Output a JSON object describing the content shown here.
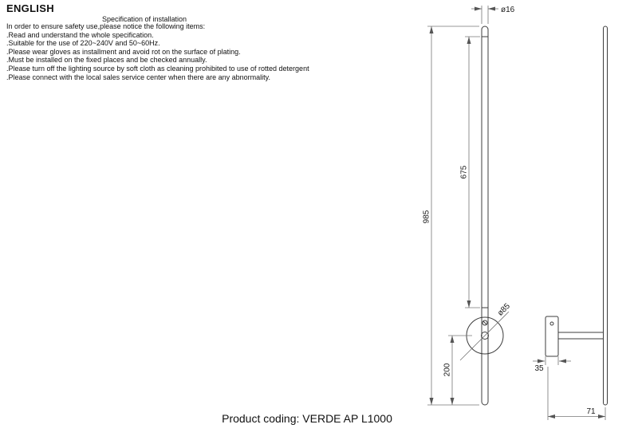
{
  "page": {
    "language_title": "ENGLISH",
    "subtitle": "Specification of installation",
    "intro": "In order to ensure safety use,please notice the following items:",
    "instructions": [
      ".Read and understand the whole specification.",
      ".Suitable for the use of 220~240V and 50~60Hz.",
      ".Please wear gloves as installment and avoid rot on the surface of plating.",
      ".Must be installed on the fixed places and be checked annually.",
      ".Please turn off the lighting source by soft cloth as cleaning prohibited to use of rotted detergent",
      ".Please connect with the local sales service center when there are any abnormality."
    ],
    "product_coding": "Product coding: VERDE AP L1000"
  },
  "dimensions": {
    "top_diameter": "ø16",
    "led_length": "675",
    "overall_length": "985",
    "mount_center_from_bottom": "200",
    "mount_plate_diameter": "ø85",
    "bracket_width": "35",
    "wall_distance": "71"
  }
}
